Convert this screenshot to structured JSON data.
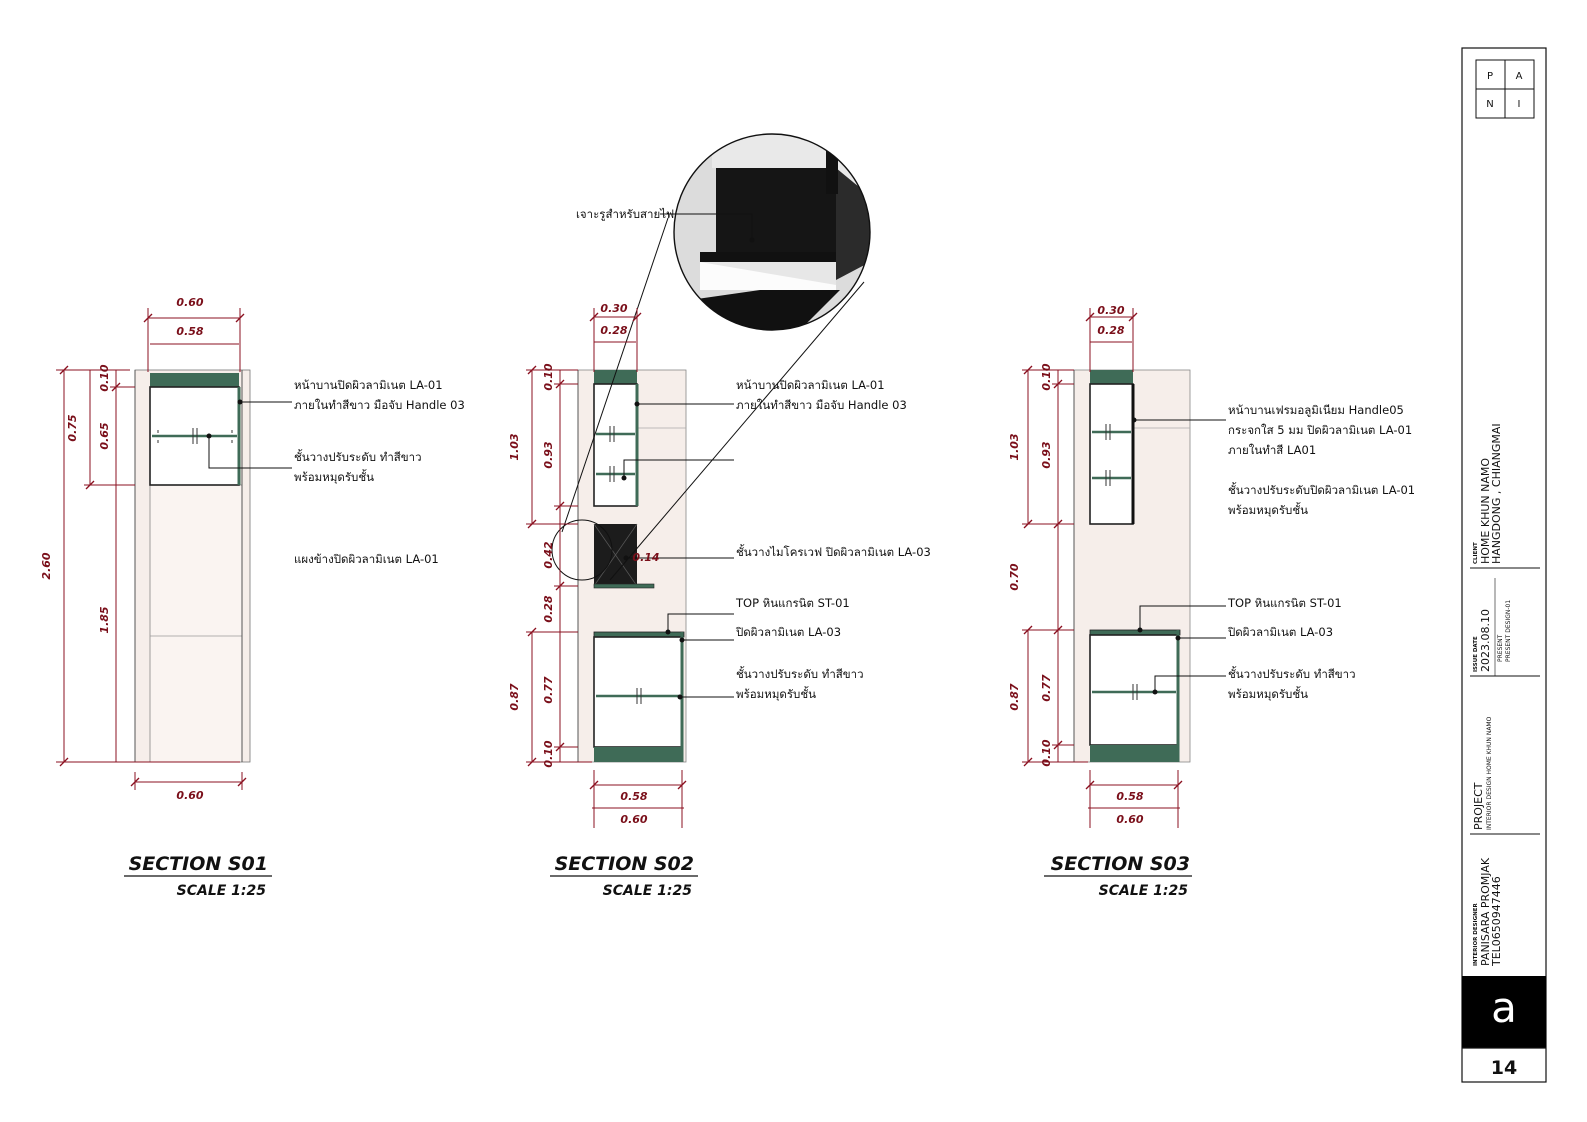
{
  "sections": [
    {
      "title": "SECTION S01",
      "scale": "SCALE 1:25",
      "dims": {
        "top_outer": "0.60",
        "top_inner": "0.58",
        "total": "2.60",
        "upper": "0.75",
        "top_band": "0.10",
        "upper_inner": "0.65",
        "lower": "1.85",
        "bottom": "0.60"
      },
      "notes": [
        "หน้าบานปิดผิวลามิเนต LA-01",
        "ภายในทำสีขาว มือจับ Handle 03",
        "ชั้นวางปรับระดับ ทำสีขาว",
        "พร้อมหมุดรับชั้น",
        "แผงข้างปิดผิวลามิเนต LA-01"
      ]
    },
    {
      "title": "SECTION S02",
      "scale": "SCALE 1:25",
      "dims": {
        "top_outer": "0.30",
        "top_inner": "0.28",
        "top_band": "0.10",
        "upper": "1.03",
        "upper_inner": "0.93",
        "mw": "0.42",
        "gap": "0.28",
        "base": "0.87",
        "base_inner": "0.77",
        "plinth": "0.10",
        "bottom_inner": "0.58",
        "bottom_outer": "0.60",
        "shelf": "0.14"
      },
      "notes": [
        "หน้าบานปิดผิวลามิเนต LA-01",
        "ภายในทำสีขาว มือจับ Handle 03",
        "ชั้นวางไมโครเวฟ ปิดผิวลามิเนต LA-03",
        "TOP หินแกรนิต ST-01",
        "ปิดผิวลามิเนต LA-03",
        "ชั้นวางปรับระดับ ทำสีขาว",
        "พร้อมหมุดรับชั้น"
      ],
      "detail_note": "เจาะรูสำหรับสายไฟ"
    },
    {
      "title": "SECTION S03",
      "scale": "SCALE 1:25",
      "dims": {
        "top_outer": "0.30",
        "top_inner": "0.28",
        "top_band": "0.10",
        "upper": "1.03",
        "upper_inner": "0.93",
        "mid": "0.70",
        "base": "0.87",
        "base_inner": "0.77",
        "plinth": "0.10",
        "bottom_inner": "0.58",
        "bottom_outer": "0.60"
      },
      "notes": [
        "หน้าบานเฟรมอลูมิเนียม Handle05",
        "กระจกใส 5 มม ปิดผิวลามิเนต LA-01",
        "ภายในทำสี LA01",
        "ชั้นวางปรับระดับปิดผิวลามิเนต LA-01",
        "พร้อมหมุดรับชั้น",
        "TOP หินแกรนิต ST-01",
        "ปิดผิวลามิเนต LA-03",
        "ชั้นวางปรับระดับ ทำสีขาว",
        "พร้อมหมุดรับชั้น"
      ]
    }
  ],
  "title_block": {
    "logo_letters": [
      "P",
      "A",
      "N",
      "I"
    ],
    "client_caption": "CLIENT",
    "client_line1": "HOME KHUN NAMO",
    "client_line2": "HANGDONG , CHIANGMAI",
    "issue_caption": "ISSUE DATE",
    "issue_date": "2023.08.10",
    "issue_sub1": "PRESENT",
    "issue_sub2": "PRESENT DESIGN-01",
    "project_caption": "PROJECT",
    "project_name": "INTERIOR DESIGN HOME KHUN NAMO",
    "designer_caption": "INTERIOR DESIGNER",
    "designer_name": "PANISARA PROMJAK",
    "designer_tel": "TEL0650947446",
    "sheet_letter": "a",
    "sheet_number": "14"
  },
  "colors": {
    "laminate_green": "#3f6b57",
    "dim_red": "#8b1020",
    "panel_pink": "#f6eeea",
    "micro_black": "#1c1c1c"
  }
}
